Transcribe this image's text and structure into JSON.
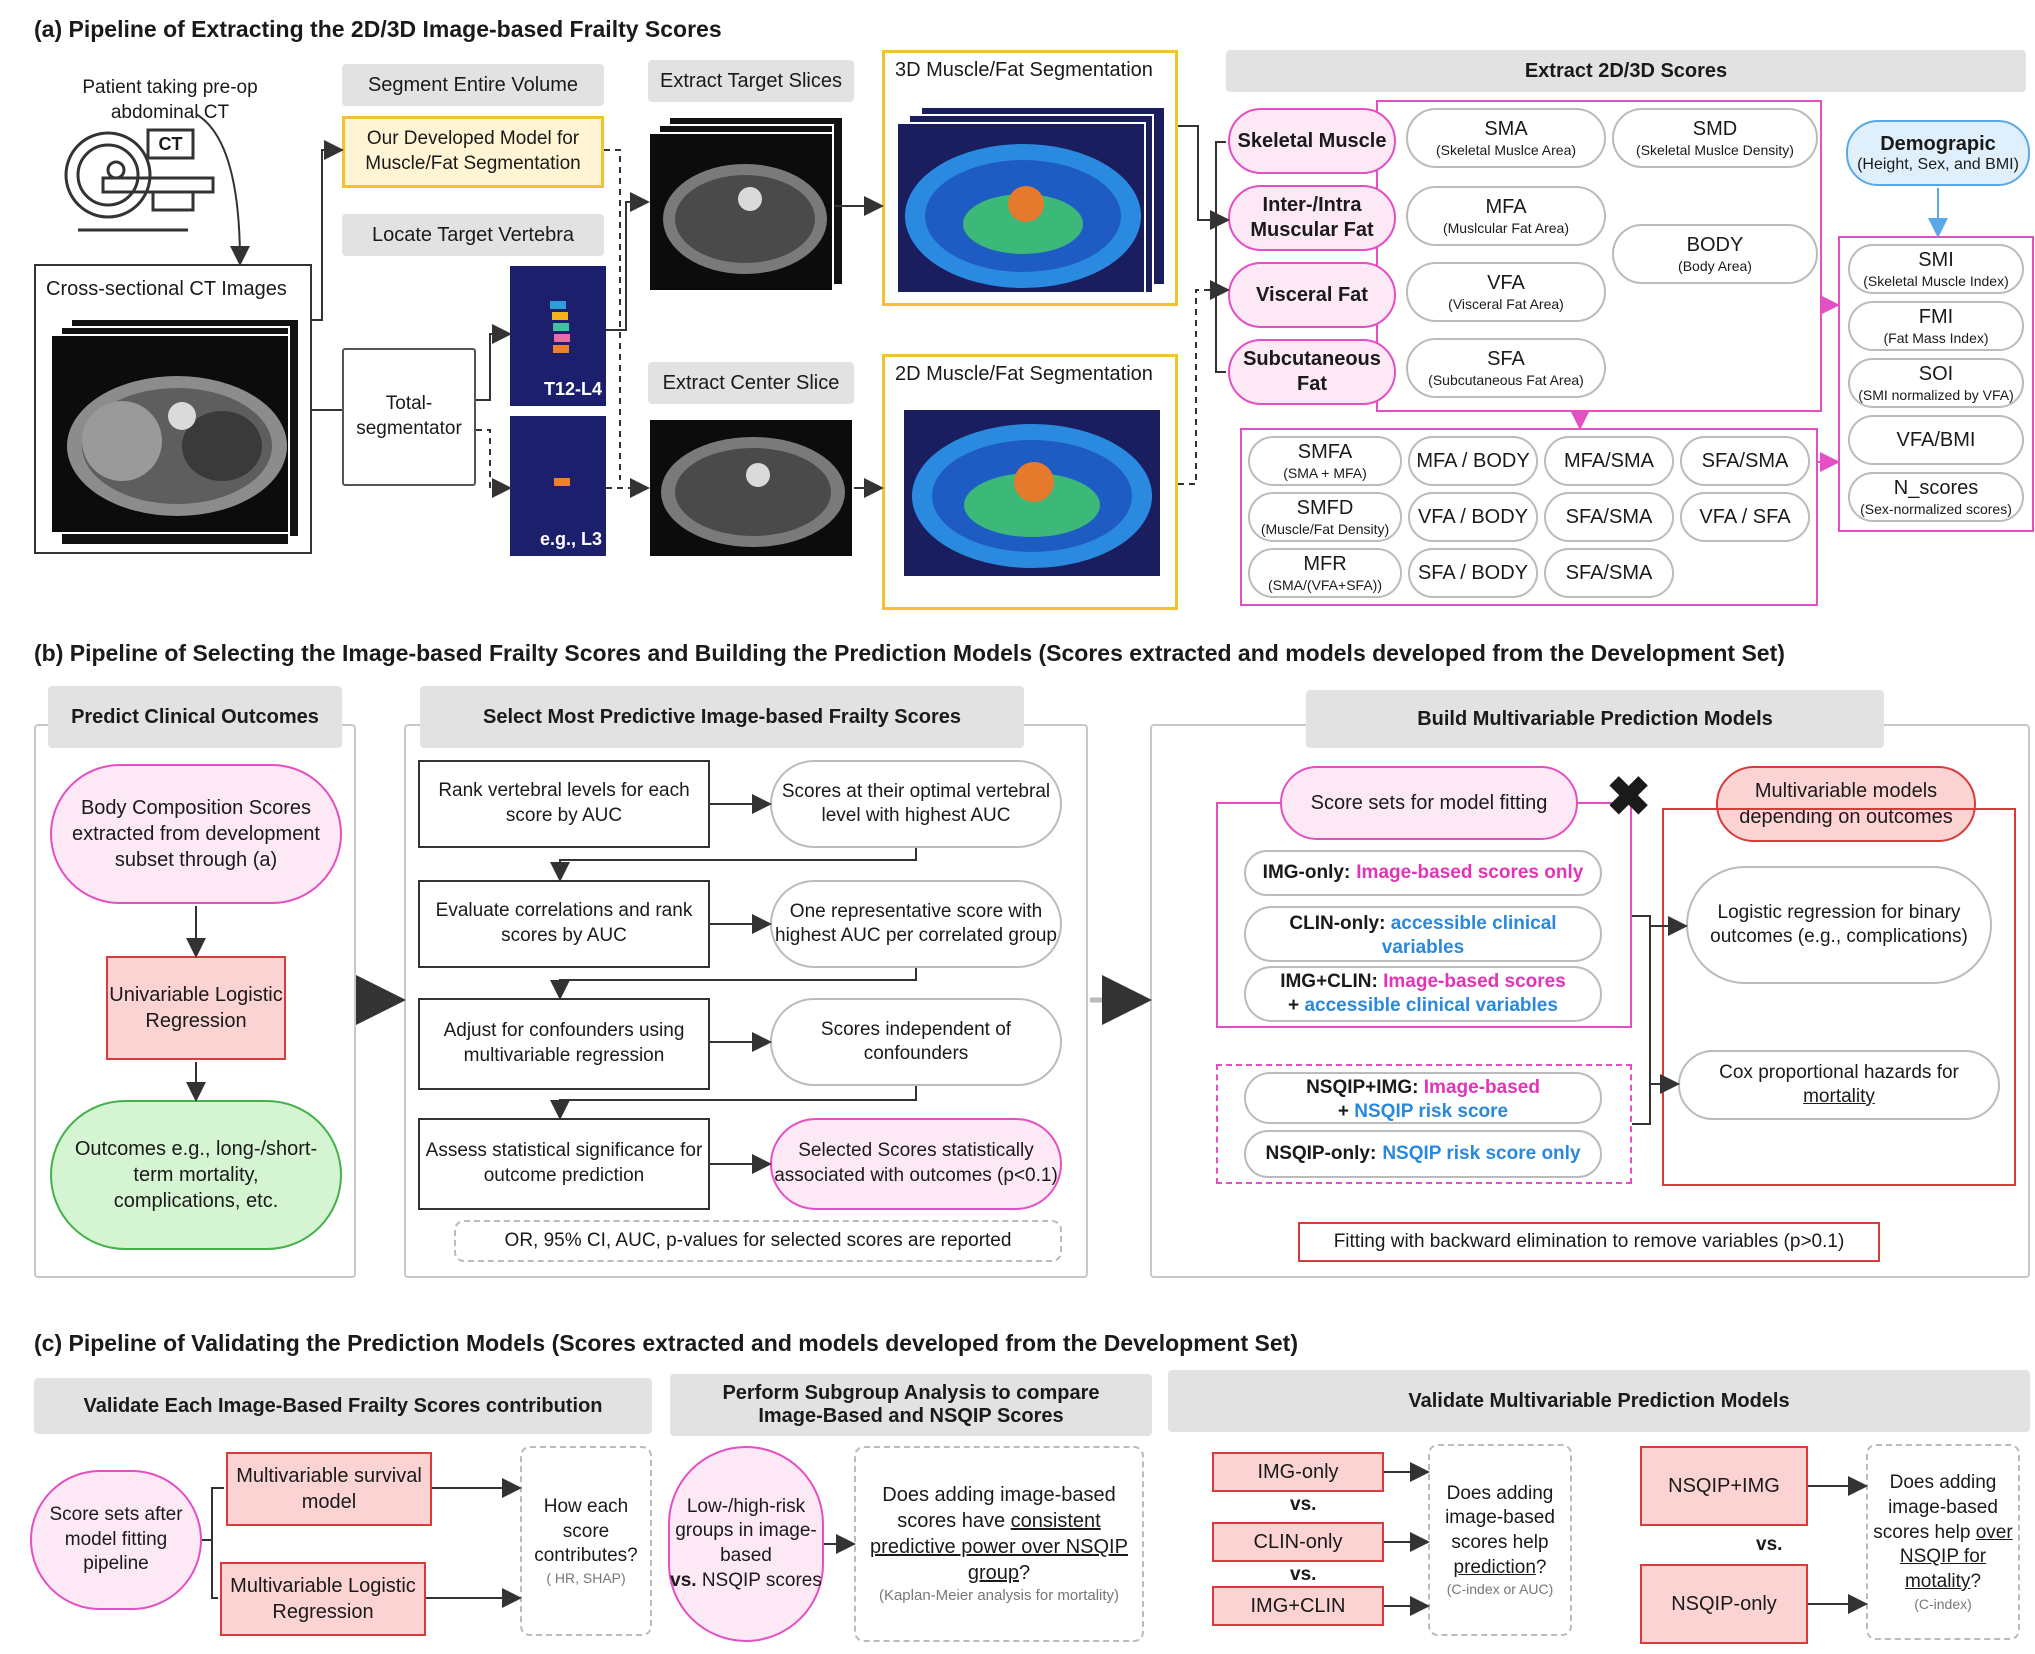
{
  "a": {
    "title": "(a) Pipeline of Extracting the 2D/3D Image-based Frailty Scores",
    "patient": "Patient taking pre-op abdominal CT",
    "ct_icon": "CT",
    "cross_sectional": "Cross-sectional CT Images",
    "segment_hdr": "Segment Entire Volume",
    "our_model": "Our Developed Model for Muscle/Fat Segmentation",
    "locate_hdr": "Locate Target Vertebra",
    "totalseg": "Total-segmentator",
    "t12l4": "T12-L4",
    "eg_l3": "e.g., L3",
    "extract_target": "Extract Target Slices",
    "extract_center": "Extract Center Slice",
    "seg3d": "3D Muscle/Fat Segmentation",
    "seg2d": "2D Muscle/Fat Segmentation",
    "extract_scores": "Extract 2D/3D Scores",
    "tissues": [
      "Skeletal Muscle",
      "Inter-/Intra Muscular Fat",
      "Visceral Fat",
      "Subcutaneous Fat"
    ],
    "scores": [
      {
        "name": "SMA",
        "desc": "(Skeletal Muslce Area)"
      },
      {
        "name": "SMD",
        "desc": "(Skeletal Muslce Density)"
      },
      {
        "name": "MFA",
        "desc": "(Muslcular Fat Area)"
      },
      {
        "name": "BODY",
        "desc": "(Body Area)"
      },
      {
        "name": "VFA",
        "desc": "(Visceral Fat Area)"
      },
      {
        "name": "SFA",
        "desc": "(Subcutaneous Fat Area)"
      }
    ],
    "demographic_title": "Demograpic",
    "demographic_desc": "(Height, Sex, and BMI)",
    "indices": [
      {
        "name": "SMI",
        "desc": "(Skeletal Muscle Index)"
      },
      {
        "name": "FMI",
        "desc": "(Fat Mass Index)"
      },
      {
        "name": "SOI",
        "desc": "(SMI normalized by VFA)"
      },
      {
        "name": "VFA/BMI",
        "desc": ""
      },
      {
        "name": "N_scores",
        "desc": "(Sex-normalized scores)"
      }
    ],
    "ratios": [
      {
        "name": "SMFA",
        "desc": "(SMA + MFA)"
      },
      {
        "name": "MFA / BODY",
        "desc": ""
      },
      {
        "name": "MFA/SMA",
        "desc": ""
      },
      {
        "name": "SFA/SMA",
        "desc": ""
      },
      {
        "name": "SMFD",
        "desc": "(Muscle/Fat Density)"
      },
      {
        "name": "VFA / BODY",
        "desc": ""
      },
      {
        "name": "SFA/SMA",
        "desc": ""
      },
      {
        "name": "VFA / SFA",
        "desc": ""
      },
      {
        "name": "MFR",
        "desc": "(SMA/(VFA+SFA))"
      },
      {
        "name": "SFA / BODY",
        "desc": ""
      },
      {
        "name": "SFA/SMA",
        "desc": ""
      }
    ]
  },
  "b": {
    "title": "(b) Pipeline of Selecting the Image-based Frailty Scores and Building the Prediction Models (Scores extracted and models developed from the Development Set)",
    "predict_hdr": "Predict Clinical Outcomes",
    "body_comp": "Body Composition Scores extracted from development subset through (a)",
    "univariable": "Univariable Logistic Regression",
    "outcomes": "Outcomes e.g., long-/short-term mortality, complications, etc.",
    "select_hdr": "Select Most Predictive Image-based Frailty Scores",
    "steps": [
      {
        "left": "Rank vertebral levels for each score by AUC",
        "right": "Scores at their optimal vertebral level with highest AUC"
      },
      {
        "left": "Evaluate correlations and rank scores by AUC",
        "right": "One representative score with highest AUC per correlated group"
      },
      {
        "left": "Adjust for confounders using multivariable regression",
        "right": "Scores independent of confounders"
      },
      {
        "left": "Assess statistical significance for outcome prediction",
        "right": "Selected Scores statistically associated with outcomes (p<0.1)"
      }
    ],
    "reported": "OR, 95% CI, AUC, p-values for selected scores are reported",
    "build_hdr": "Build Multivariable Prediction Models",
    "score_sets": "Score sets for model fitting",
    "cross_mark": "✖",
    "mv_models": "Multivariable models depending on outcomes",
    "img_only_label": "IMG-only:",
    "img_only_val": "Image-based scores only",
    "clin_only_label": "CLIN-only:",
    "clin_only_val": "accessible clinical variables",
    "imgclin_label": "IMG+CLIN:",
    "imgclin_val1": "Image-based scores",
    "imgclin_plus": "+",
    "imgclin_val2": "accessible clinical variables",
    "nsqipimg_label": "NSQIP+IMG:",
    "nsqipimg_val1": "Image-based",
    "nsqipimg_plus": "+",
    "nsqipimg_val2": "NSQIP risk score",
    "nsqiponly_label": "NSQIP-only:",
    "nsqiponly_val": "NSQIP risk score only",
    "logistic": "Logistic regression for binary outcomes (e.g., complications)",
    "cox_pre": "Cox proportional hazards for",
    "cox_ul": "mortality",
    "backward": "Fitting with backward elimination to remove variables (p>0.1)"
  },
  "c": {
    "title": "(c) Pipeline of Validating the Prediction Models (Scores extracted and models developed from the Development Set)",
    "validate_each_hdr": "Validate Each Image-Based Frailty Scores contribution",
    "score_sets_after": "Score sets after model fitting pipeline",
    "mv_survival": "Multivariable survival model",
    "mv_logistic": "Multivariable Logistic Regression",
    "how_each": "How each score contributes?",
    "how_each_sub": "( HR, SHAP)",
    "subgroup_hdr": "Perform Subgroup Analysis to compare Image-Based and NSQIP Scores",
    "lowhigh_pre": "Low-/high-risk groups in image-based",
    "lowhigh_vs": "vs.",
    "lowhigh_post": "NSQIP scores",
    "consistent_pre": "Does adding image-based scores have",
    "consistent_ul": "consistent predictive power over NSQIP group",
    "consistent_q": "?",
    "consistent_sub": "(Kaplan-Meier analysis for mortality)",
    "validate_mv_hdr": "Validate Multivariable Prediction Models",
    "img_only": "IMG-only",
    "vs": "vs.",
    "clin_only": "CLIN-only",
    "img_clin": "IMG+CLIN",
    "help_pre": "Does adding image-based scores help",
    "help_ul": "prediction",
    "help_q": "?",
    "help_sub": "(C-index or AUC)",
    "nsqip_img": "NSQIP+IMG",
    "nsqip_only": "NSQIP-only",
    "mort_pre": "Does adding image-based scores help",
    "mort_ul": "over NSQIP for motality",
    "mort_q": "?",
    "mort_sub": "(C-index)"
  }
}
